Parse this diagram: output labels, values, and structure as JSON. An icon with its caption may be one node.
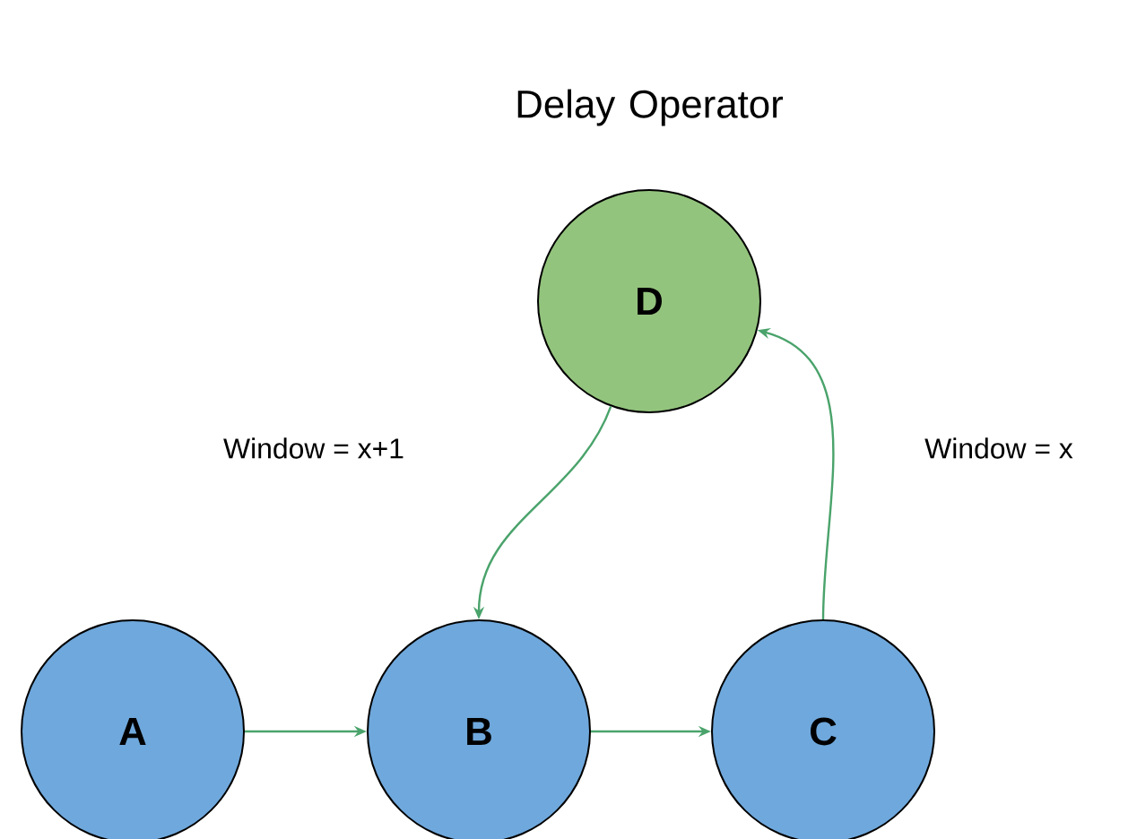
{
  "diagram": {
    "nodes": [
      {
        "text": [
          "A"
        ]
      },
      {
        "text": [
          "B"
        ]
      },
      {
        "text": [
          "C"
        ]
      },
      {
        "text": [
          "D"
        ],
        "beside": [
          "Delay Operator"
        ]
      }
    ],
    "edges": [
      {
        "from": 0,
        "to": 1,
        "arrow": "to"
      },
      {
        "from": 1,
        "to": 2,
        "arrow": "to"
      },
      {
        "from": 2,
        "to": 3,
        "arrow": "to",
        "label": "Window = x"
      },
      {
        "from": 3,
        "to": 1,
        "arrow": "to",
        "label": "Window = x+1"
      }
    ]
  }
}
